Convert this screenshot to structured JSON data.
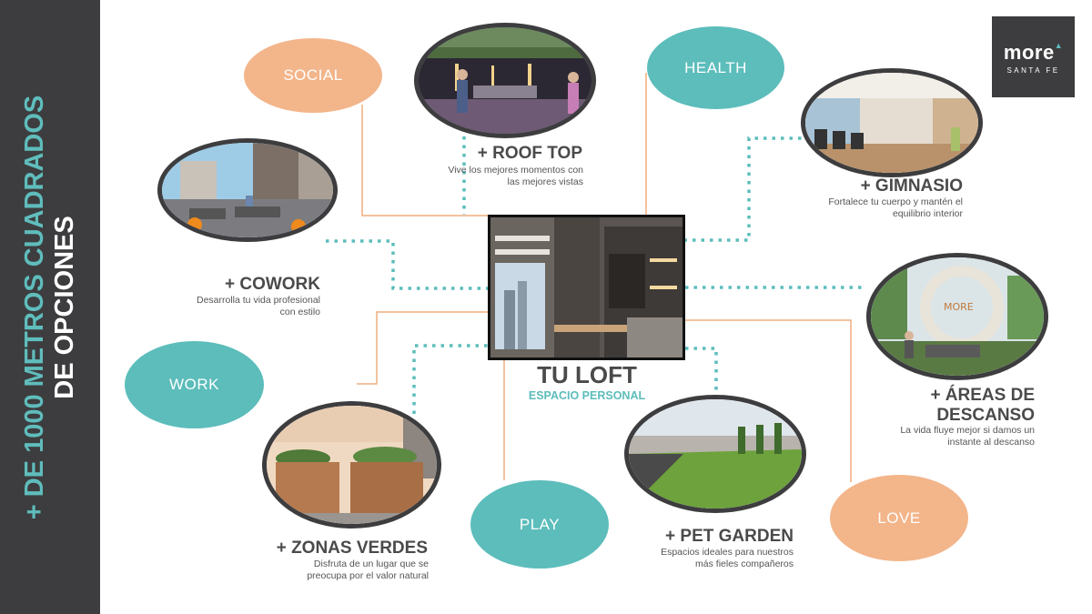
{
  "sidebar": {
    "line1": "+ DE 1000 METROS CUADRADOS",
    "line2": "DE OPCIONES"
  },
  "logo": {
    "brand": "more",
    "sub": "SANTA FE"
  },
  "pills": {
    "social": "SOCIAL",
    "health": "HEALTH",
    "work": "WORK",
    "play": "PLAY",
    "love": "LOVE"
  },
  "center": {
    "title": "TU LOFT",
    "subtitle": "ESPACIO PERSONAL"
  },
  "sections": {
    "rooftop": {
      "title": "+ ROOF TOP",
      "desc1": "Vive los mejores momentos con",
      "desc2": "las mejores vistas"
    },
    "gimnasio": {
      "title": "+ GIMNASIO",
      "desc1": "Fortalece tu cuerpo y mantén el",
      "desc2": "equilibrio interior"
    },
    "cowork": {
      "title": "+ COWORK",
      "desc1": "Desarrolla tu vida profesional",
      "desc2": "con estilo"
    },
    "descanso": {
      "title1": "+ ÁREAS  DE",
      "title2": "DESCANSO",
      "desc1": "La vida fluye mejor si damos un",
      "desc2": "instante al descanso"
    },
    "zonas": {
      "title": "+ ZONAS VERDES",
      "desc1": "Disfruta de un lugar que se",
      "desc2": "preocupa por el valor natural"
    },
    "petgarden": {
      "title": "+ PET GARDEN",
      "desc1": "Espacios ideales para nuestros",
      "desc2": "más fieles compañeros"
    }
  },
  "photo_sign": "MORE",
  "colors": {
    "teal": "#5cbdbb",
    "orange": "#f3b58a",
    "dark": "#3d3d3f"
  }
}
